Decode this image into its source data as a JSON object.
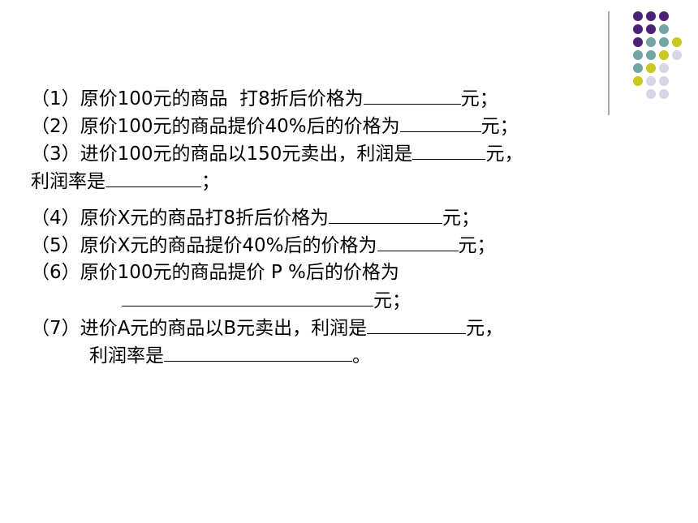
{
  "decoration": {
    "colors": {
      "purple": "#4b2273",
      "teal": "#73a4a4",
      "yellow": "#c8c81e",
      "lavender": "#d5d5e5"
    },
    "dot_grid": [
      [
        "",
        "purple",
        "purple",
        "purple",
        ""
      ],
      [
        "",
        "purple",
        "purple",
        "teal",
        ""
      ],
      [
        "",
        "purple",
        "teal",
        "teal",
        "yellow"
      ],
      [
        "",
        "teal",
        "teal",
        "yellow",
        "lavender"
      ],
      [
        "",
        "teal",
        "yellow",
        "lavender",
        ""
      ],
      [
        "",
        "yellow",
        "lavender",
        "lavender",
        ""
      ],
      [
        "",
        "",
        "lavender",
        "lavender",
        ""
      ]
    ]
  },
  "questions": [
    {
      "segments": [
        {
          "text": "（1）原价100元的商品  打8折后价格为"
        },
        {
          "blank": 120
        },
        {
          "text": "元；"
        }
      ]
    },
    {
      "segments": [
        {
          "text": "（2）原价100元的商品提价40%后的价格为"
        },
        {
          "blank": 100
        },
        {
          "text": "元；"
        }
      ]
    },
    {
      "segments": [
        {
          "text": "（3）进价100元的商品以150元卖出，利润是"
        },
        {
          "blank": 90
        },
        {
          "text": "元，"
        }
      ]
    },
    {
      "segments": [
        {
          "text": "利润率是"
        },
        {
          "blank": 118
        },
        {
          "text": "；"
        }
      ]
    },
    {
      "gap": true
    },
    {
      "segments": [
        {
          "text": "（4）原价X元的商品打8折后价格为"
        },
        {
          "blank": 140
        },
        {
          "text": "元；"
        }
      ]
    },
    {
      "segments": [
        {
          "text": "（5）原价X元的商品提价40%后的价格为"
        },
        {
          "blank": 100
        },
        {
          "text": "元；"
        }
      ]
    },
    {
      "segments": [
        {
          "text": "（6）原价100元的商品提价 P %后的价格为"
        }
      ]
    },
    {
      "indent": 1,
      "segments": [
        {
          "blank": 310
        },
        {
          "text": "元；"
        }
      ]
    },
    {
      "segments": [
        {
          "text": "（7）进价A元的商品以B元卖出，利润是"
        },
        {
          "blank": 122
        },
        {
          "text": "元，"
        }
      ]
    },
    {
      "indent": 2,
      "segments": [
        {
          "text": "利润率是"
        },
        {
          "blank": 232
        },
        {
          "text": "。"
        }
      ]
    }
  ]
}
